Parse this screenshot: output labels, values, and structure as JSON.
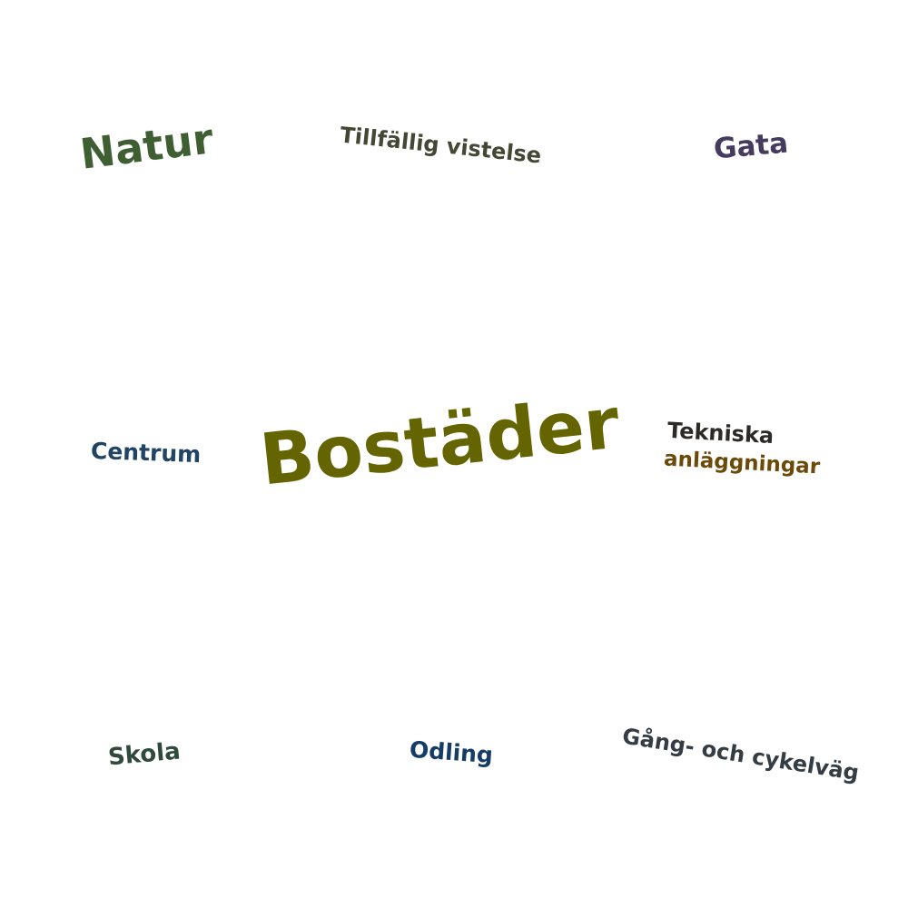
{
  "words": {
    "natur": {
      "text": "Natur",
      "color": "#3f5e32"
    },
    "tillfallig": {
      "text": "Tillfällig vistelse",
      "color": "#444733"
    },
    "gata": {
      "text": "Gata",
      "color": "#463a5e"
    },
    "bostader": {
      "text": "Bostäder",
      "color": "#646400"
    },
    "centrum": {
      "text": "Centrum",
      "color": "#1f4466"
    },
    "tekniska": {
      "text": "Tekniska",
      "color": "#2d2a26"
    },
    "anlaggningar": {
      "text": "anläggningar",
      "color": "#6b4a08"
    },
    "skola": {
      "text": "Skola",
      "color": "#2f4a3a"
    },
    "odling": {
      "text": "Odling",
      "color": "#143c66"
    },
    "gang": {
      "text": "Gång- och cykelväg",
      "color": "#343c44"
    }
  }
}
